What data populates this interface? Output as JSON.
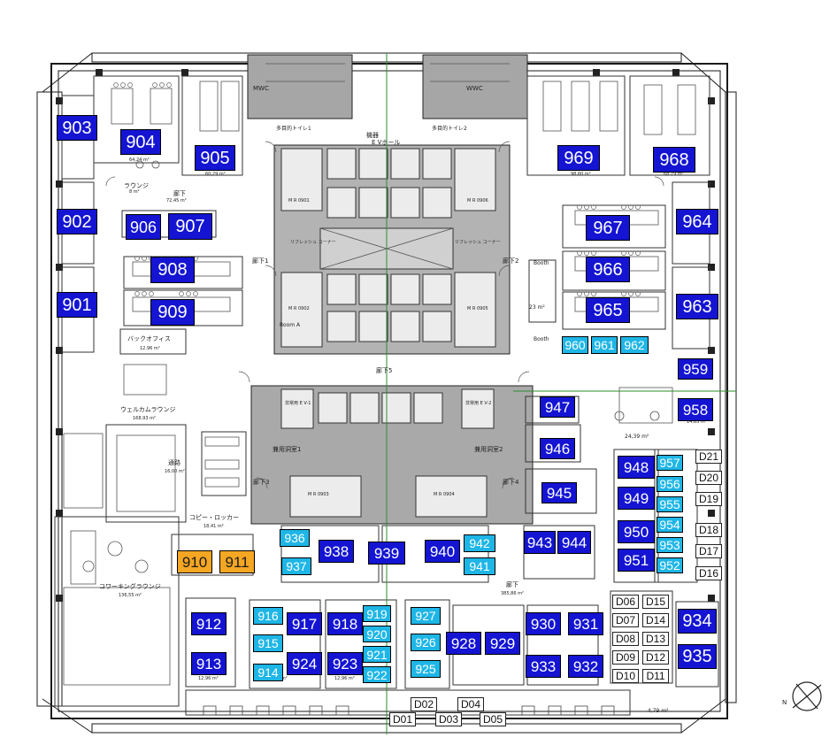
{
  "rooms": {
    "r903": "903",
    "r904": "904",
    "r905": "905",
    "r902": "902",
    "r906": "906",
    "r907": "907",
    "r908": "908",
    "r901": "901",
    "r909": "909",
    "r969": "969",
    "r968": "968",
    "r967": "967",
    "r964": "964",
    "r966": "966",
    "r965": "965",
    "r963": "963",
    "r960": "960",
    "r961": "961",
    "r962": "962",
    "r959": "959",
    "r958": "958",
    "r947": "947",
    "r946": "946",
    "r945": "945",
    "r948": "948",
    "r957": "957",
    "r956": "956",
    "r949": "949",
    "r955": "955",
    "r950": "950",
    "r954": "954",
    "r953": "953",
    "r951": "951",
    "r952": "952",
    "r943": "943",
    "r944": "944",
    "r936": "936",
    "r937": "937",
    "r938": "938",
    "r939": "939",
    "r940": "940",
    "r942": "942",
    "r941": "941",
    "r910": "910",
    "r911": "911",
    "r912": "912",
    "r913": "913",
    "r916": "916",
    "r915": "915",
    "r914": "914",
    "r917": "917",
    "r924": "924",
    "r918": "918",
    "r923": "923",
    "r919": "919",
    "r920": "920",
    "r921": "921",
    "r922": "922",
    "r927": "927",
    "r926": "926",
    "r925": "925",
    "r928": "928",
    "r929": "929",
    "r930": "930",
    "r931": "931",
    "r933": "933",
    "r932": "932",
    "r934": "934",
    "r935": "935"
  },
  "desks": {
    "D21": "D21",
    "D20": "D20",
    "D19": "D19",
    "D18": "D18",
    "D17": "D17",
    "D16": "D16",
    "D06": "D06",
    "D15": "D15",
    "D07": "D07",
    "D14": "D14",
    "D08": "D08",
    "D13": "D13",
    "D09": "D09",
    "D12": "D12",
    "D10": "D10",
    "D11": "D11",
    "D01": "D01",
    "D02": "D02",
    "D03": "D03",
    "D04": "D04",
    "D05": "D05"
  },
  "annotations": {
    "ev_hall_top": "機器",
    "ev_hall": "E Vホール",
    "mwc": "MWC",
    "wwc": "WWC",
    "toilet1": "多目的トイレ1",
    "toilet2": "多目的トイレ2",
    "lounge": "ラウンジ",
    "lounge_area": "8 m²",
    "corridor": "廊下",
    "corridor_area": "72,45 m²",
    "corridor1": "廊下1",
    "corridor2": "廊下2",
    "corridor3": "廊下3",
    "corridor4": "廊下4",
    "corridor5": "廊下5",
    "corridor_main": "廊下",
    "corridor_main_area": "385,86 m²",
    "backoffice": "バックオフィス",
    "backoffice_area": "12.96 m²",
    "welcome_lounge": "ウェルカムラウンジ",
    "welcome_area": "168,93 m²",
    "passage": "通路",
    "passage_area": "16,00 m²",
    "copy_locker": "コピー・ロッカー",
    "copy_area": "18,41 m²",
    "cowork_lounge": "コワーキングラウンジ",
    "cowork_area": "136,55 m²",
    "shared_room1": "兼用洞室1",
    "shared_room2": "兼用洞室2",
    "booth1": "Booth",
    "booth2": "Booth",
    "area_904": "64,24 m²",
    "area_905": "60,29 m²",
    "area_969": "98,60 m²",
    "area_968": "68,79 m²",
    "area_958": "14,83 m²",
    "area_lounge2": "24,39 m²",
    "area_923": "12,96 m²",
    "area_924": "12,96 m²",
    "area_913": "12,96 m²",
    "area_misc": "4,79 m²",
    "area_box": "23 m²",
    "mr0901": "M R 0901",
    "mr0902": "M R 0902",
    "mr0903": "M R 0903",
    "mr0904": "M R 0904",
    "mr0905": "M R 0905",
    "mr0906": "M R 0906",
    "roomA": "Room A",
    "refresh1": "リフレッシュ コーナー",
    "refresh2": "リフレッシュ コーナー",
    "ev1": "非常用 E V-1",
    "ev2": "非常用 E V-2",
    "north": "N"
  },
  "colors": {
    "office_room": "#1414d2",
    "small_room": "#1eb6e6",
    "highlight_room": "#f5a623",
    "core": "#a6a6a6",
    "wall": "#1a1a1a"
  }
}
